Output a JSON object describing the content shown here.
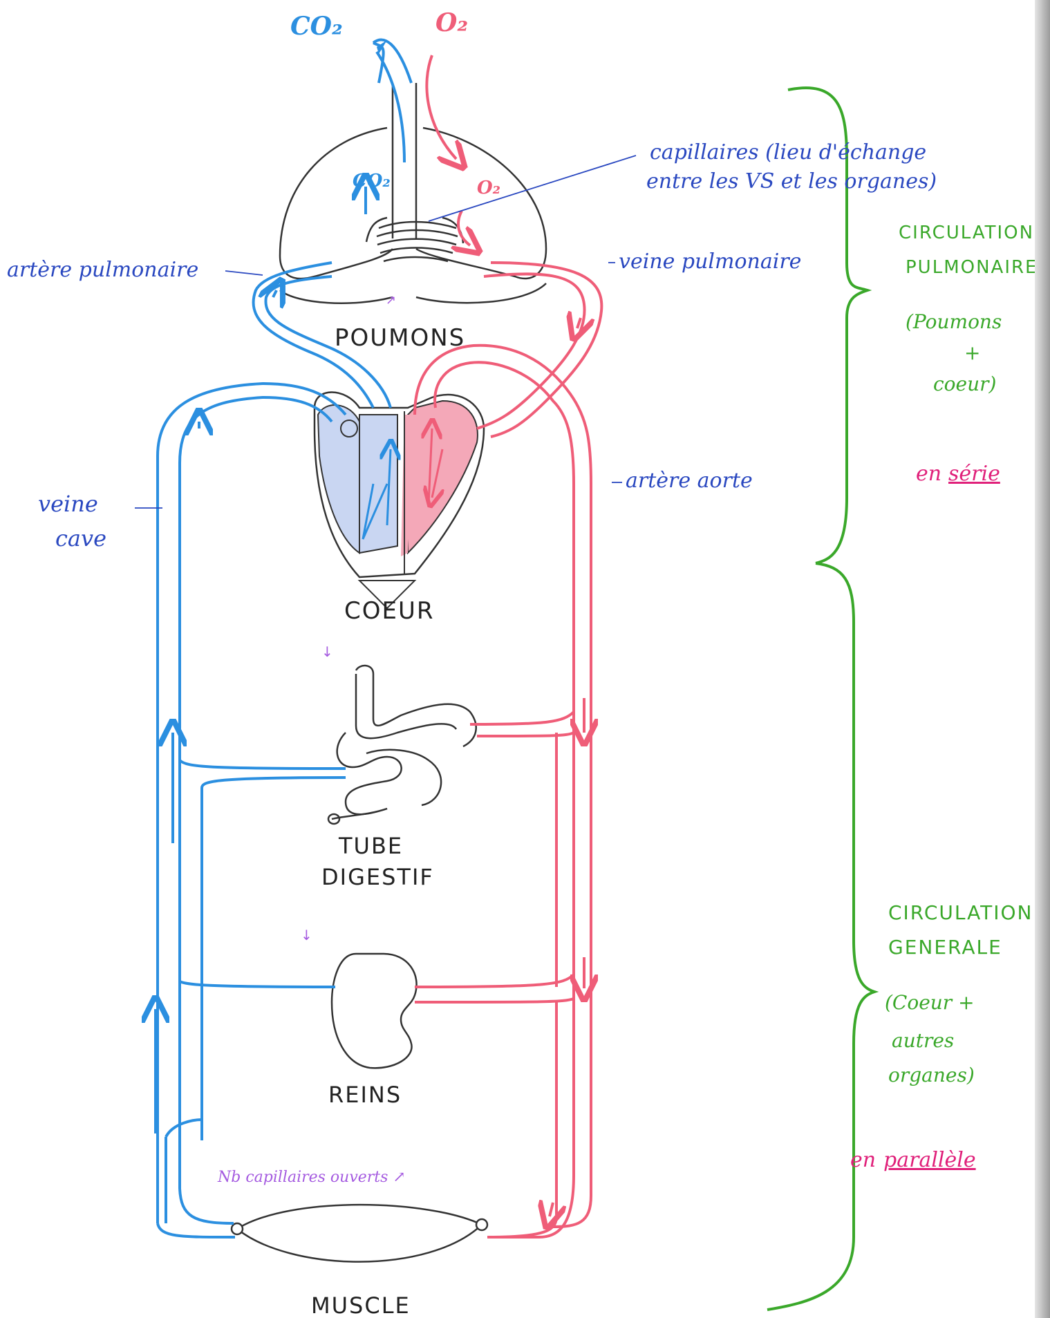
{
  "colors": {
    "blue": "#2b8fe0",
    "red": "#ef5d78",
    "label": "#2a48c0",
    "green": "#3aa82a",
    "pink": "#e0207a",
    "purple": "#a55be0",
    "outline": "#333333"
  },
  "gases": {
    "co2_top": "CO₂",
    "o2_top": "O₂",
    "co2_lung": "CO₂",
    "o2_lung": "O₂"
  },
  "organs": {
    "lungs": "POUMONS",
    "heart": "COEUR",
    "digestive_line1": "TUBE",
    "digestive_line2": "DIGESTIF",
    "kidneys": "REINS",
    "muscle": "MUSCLE"
  },
  "labels": {
    "capillaries_line1": "capillaires (lieu d'échange",
    "capillaries_line2": "entre les VS et les organes)",
    "pulmonary_artery": "artère pulmonaire",
    "pulmonary_vein": "veine pulmonaire",
    "aorta": "artère aorte",
    "vena_cava_line1": "veine",
    "vena_cava_line2": "cave",
    "open_capillaries": "Nb capillaires ouverts ↗"
  },
  "circulations": {
    "pulmonary_line1": "CIRCULATION",
    "pulmonary_line2": "PULMONAIRE",
    "pulmonary_sub1": "(Poumons",
    "pulmonary_sub2": "+",
    "pulmonary_sub3": "coeur)",
    "pulmonary_mode_prefix": "en",
    "pulmonary_mode": "série",
    "general_line1": "CIRCULATION",
    "general_line2": "GENERALE",
    "general_sub1": "(Coeur +",
    "general_sub2": "autres",
    "general_sub3": "organes)",
    "general_mode_prefix": "en",
    "general_mode": "parallèle"
  }
}
